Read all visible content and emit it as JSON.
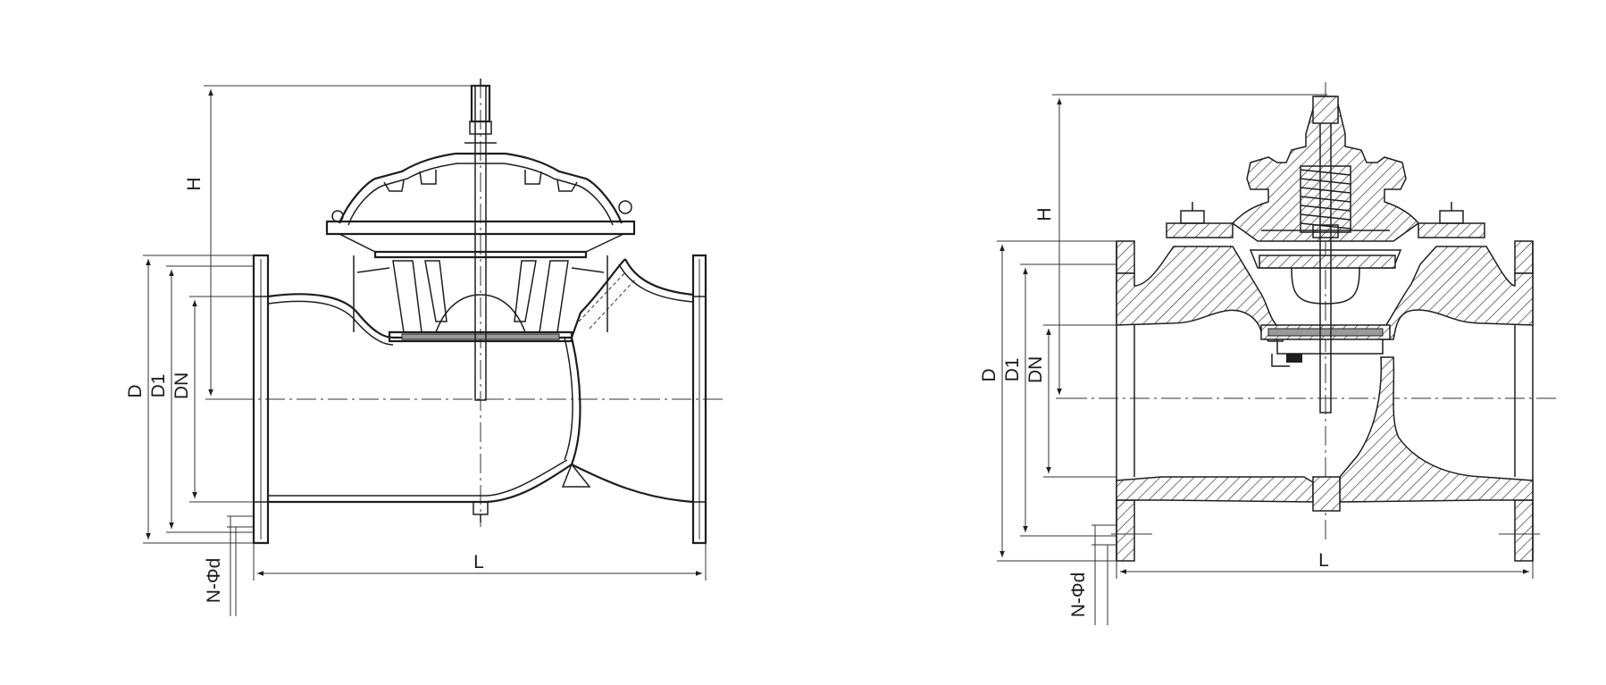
{
  "left_view": {
    "labels": {
      "height": "H",
      "outer_diameter": "D",
      "bolt_circle": "D1",
      "nominal_diameter": "DN",
      "length": "L",
      "bolt_holes": "N-Φd"
    }
  },
  "right_view": {
    "labels": {
      "height": "H",
      "outer_diameter": "D",
      "bolt_circle": "D1",
      "nominal_diameter": "DN",
      "length": "L",
      "bolt_holes": "N-Φd"
    }
  }
}
